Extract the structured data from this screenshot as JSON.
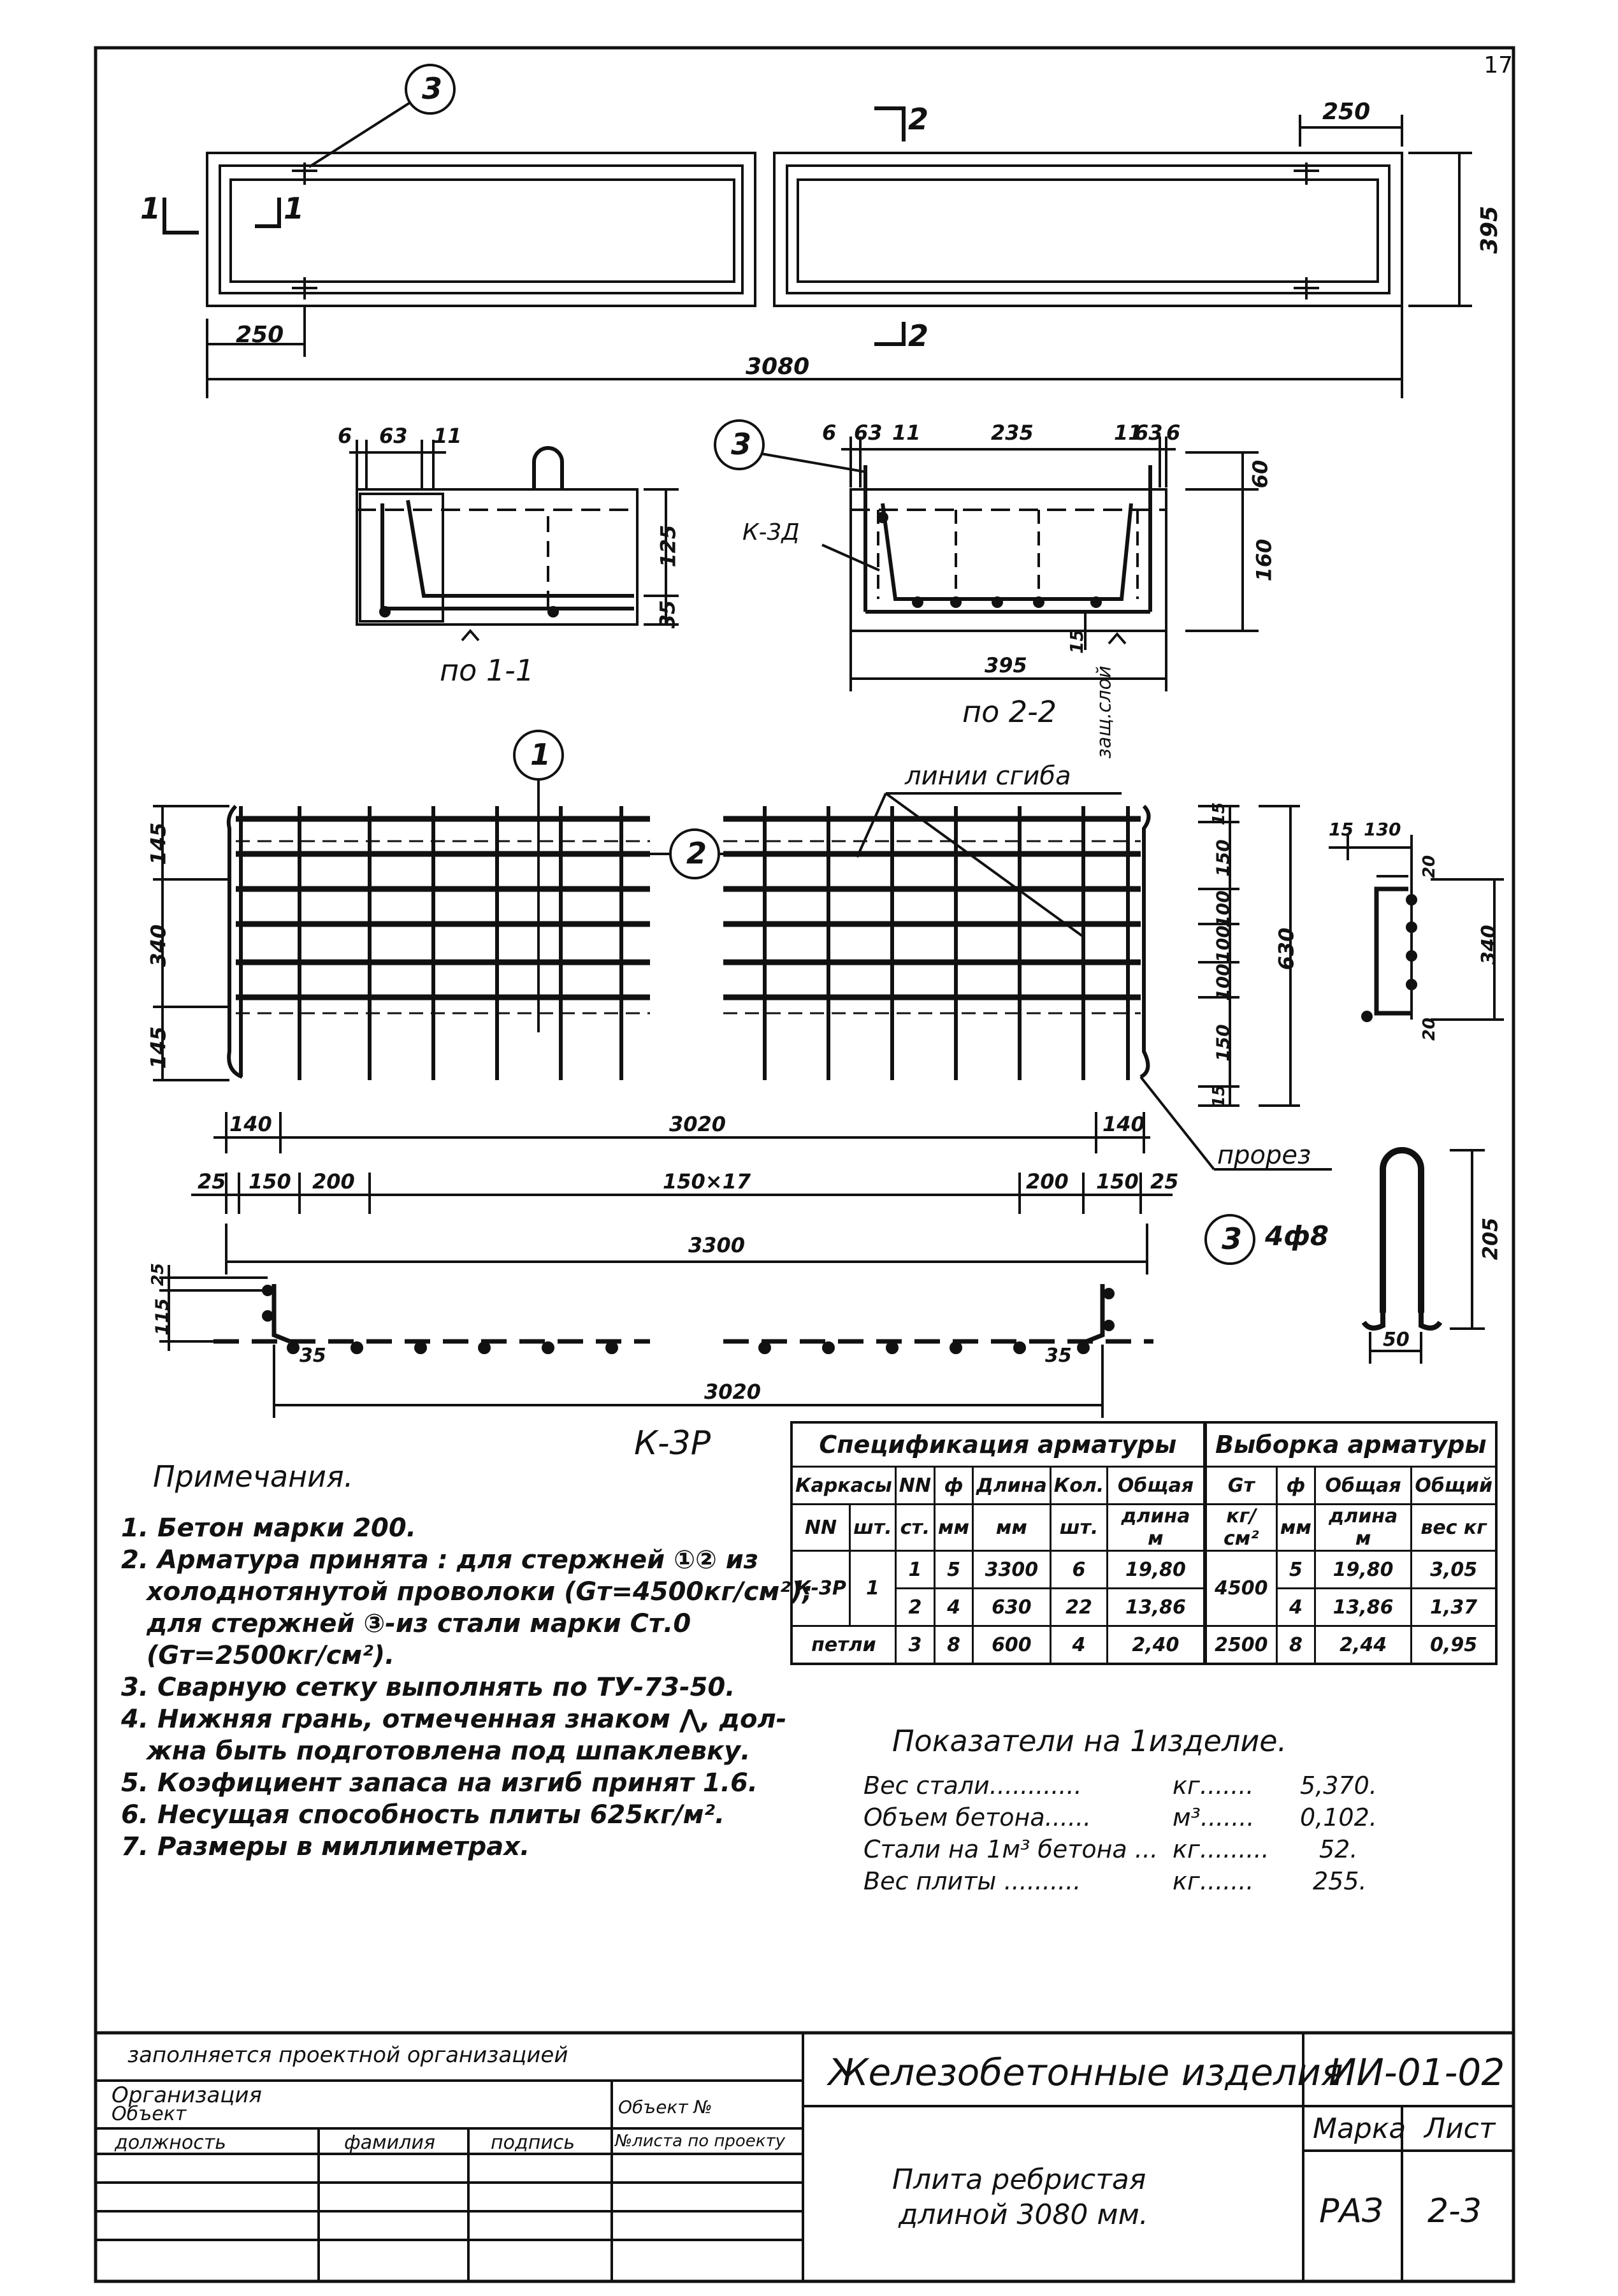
{
  "page_number": "17",
  "plan": {
    "callout_3": "3",
    "section_1_left": "1",
    "section_1_right": "1",
    "section_2_top": "2",
    "section_2_bottom": "2",
    "dim_250_right": "250",
    "dim_395": "395",
    "dim_250_left": "250",
    "dim_3080": "3080"
  },
  "section_1": {
    "dims_top": [
      "6",
      "63",
      "11"
    ],
    "dim_125": "125",
    "dim_35": "35",
    "caption": "по 1-1"
  },
  "section_2": {
    "callout_3": "3",
    "dims_top": [
      "6",
      "63",
      "11",
      "235",
      "11",
      "63",
      "6"
    ],
    "label_k3d": "К-3Д",
    "dim_60": "60",
    "dim_160": "160",
    "dim_15": "15",
    "cover_label": "защ.слой",
    "dim_395": "395",
    "caption": "по 2-2"
  },
  "mesh": {
    "callout_1": "1",
    "callout_2": "2",
    "fold_lines_label": "линии сгиба",
    "cut_label": "прорез",
    "dims_left": [
      "145",
      "340",
      "145"
    ],
    "dims_right": [
      "15",
      "150",
      "100",
      "100",
      "100",
      "150",
      "15"
    ],
    "dim_630": "630",
    "dim_140_left": "140",
    "dim_3020": "3020",
    "dim_140_right": "140",
    "row_dims": [
      "25",
      "150",
      "200",
      "150×17",
      "200",
      "150",
      "25"
    ],
    "dim_3300": "3300"
  },
  "fold_detail": {
    "dim_15": "15",
    "dim_130": "130",
    "dim_20_top": "20",
    "dim_340": "340",
    "dim_20_bottom": "20"
  },
  "loop_detail": {
    "callout_3": "3",
    "label": "4ф8",
    "dim_205": "205",
    "dim_50": "50"
  },
  "elevation": {
    "dim_25": "25",
    "dim_115": "115",
    "dim_35_left": "35",
    "dim_35_right": "35",
    "dim_3020": "3020",
    "caption": "К-3Р"
  },
  "notes": {
    "title": "Примечания.",
    "items": [
      "1. Бетон марки 200.",
      "2. Арматура принята : для стержней ①② из",
      "холоднотянутой проволоки (Gт=4500кг/см²);",
      "для стержней ③-из стали марки Ст.0",
      "(Gт=2500кг/см²).",
      "3. Сварную сетку выполнять по ТУ-73-50.",
      "4. Нижняя грань, отмеченная знаком ⋀, дол-",
      "жна быть подготовлена под шпаклевку.",
      "5. Коэфициент запаса на изгиб принят 1.6.",
      "6. Несущая способность плиты 625кг/м².",
      "7. Размеры в миллиметрах."
    ]
  },
  "spec_table": {
    "title_left": "Спецификация арматуры",
    "title_right": "Выборка арматуры",
    "headers": [
      "Каркасы",
      "NN",
      "ф",
      "Длина",
      "Кол.",
      "Общая",
      "Gт",
      "ф",
      "Общая",
      "Общий"
    ],
    "subheaders": [
      "NN",
      "шт.",
      "ст.",
      "мм",
      "мм",
      "шт.",
      "длина м",
      "кг/см²",
      "мм",
      "длина м",
      "вес кг"
    ],
    "rows": [
      [
        "К-3Р",
        "1",
        "1",
        "5",
        "3300",
        "6",
        "19,80",
        "4500",
        "5",
        "19,80",
        "3,05"
      ],
      [
        "",
        "",
        "2",
        "4",
        "630",
        "22",
        "13,86",
        "",
        "4",
        "13,86",
        "1,37"
      ],
      [
        "петли",
        "",
        "3",
        "8",
        "600",
        "4",
        "2,40",
        "2500",
        "8",
        "2,44",
        "0,95"
      ]
    ]
  },
  "indicators": {
    "title": "Показатели на 1изделие.",
    "rows": [
      {
        "label": "Вес стали............",
        "unit": "кг.......",
        "value": "5,370."
      },
      {
        "label": "Объем бетона......",
        "unit": "м³.......",
        "value": "0,102."
      },
      {
        "label": "Стали на 1м³ бетона ...",
        "unit": "кг.........",
        "value": "52."
      },
      {
        "label": "Вес плиты ..........",
        "unit": "кг.......",
        "value": "255."
      }
    ]
  },
  "title_block": {
    "filled_by": "заполняется проектной организацией",
    "org": "Организация",
    "object": "Объект",
    "object_no": "Объект №",
    "position": "должность",
    "surname": "фамилия",
    "signature": "подпись",
    "sheet_of_project": "№листа по проекту",
    "main_title": "Железобетонные изделия",
    "code": "ИИ-01-02",
    "product_line1": "Плита ребристая",
    "product_line2": "длиной 3080 мм.",
    "marka_label": "Марка",
    "list_label": "Лист",
    "marka_value": "РАЗ",
    "list_value": "2-3"
  }
}
